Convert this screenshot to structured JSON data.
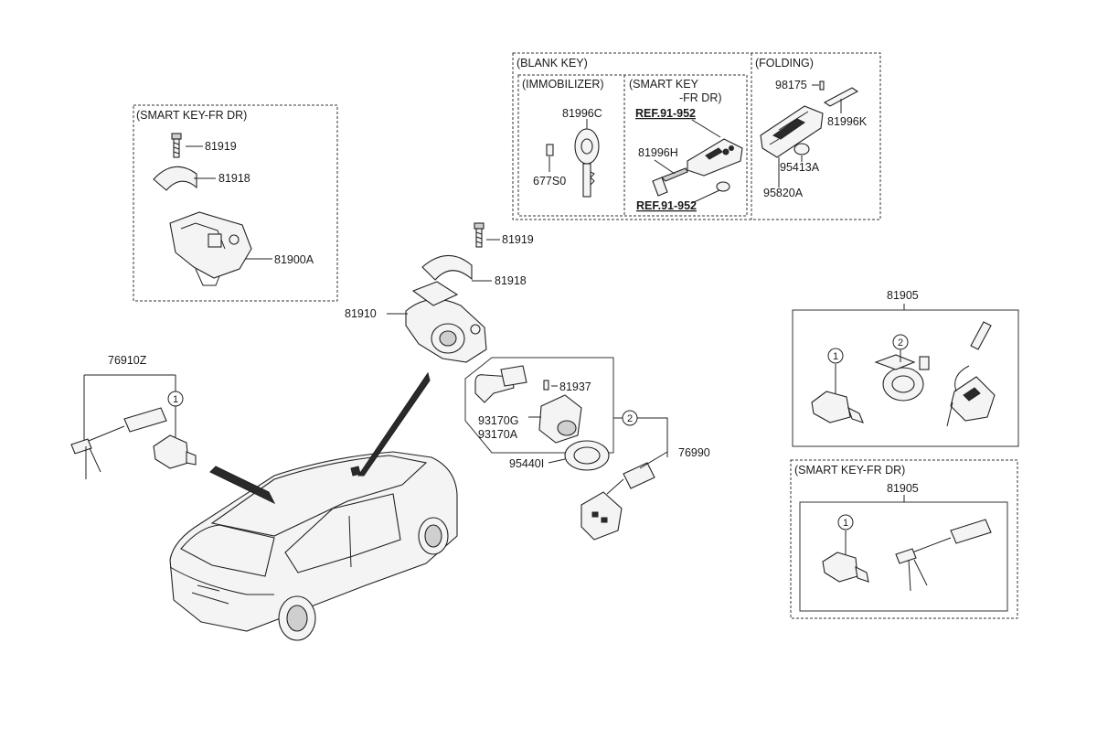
{
  "diagram": {
    "groups": {
      "blank_key": "(BLANK KEY)",
      "immobilizer": "(IMMOBILIZER)",
      "smart_key_fr_dr_line1": "(SMART KEY",
      "smart_key_fr_dr_line2": "-FR DR)",
      "folding": "(FOLDING)",
      "smart_key_fr_dr_left": "(SMART KEY-FR DR)",
      "smart_key_fr_dr_right": "(SMART KEY-FR DR)"
    },
    "parts": {
      "p81919_a": "81919",
      "p81918_a": "81918",
      "p81900A": "81900A",
      "p81996C": "81996C",
      "p677S0": "677S0",
      "ref_top": "REF.91-952",
      "p81996H": "81996H",
      "ref_bottom": "REF.91-952",
      "p98175": "98175",
      "p81996K": "81996K",
      "p95413A": "95413A",
      "p95820A": "95820A",
      "p81919_b": "81919",
      "p81918_b": "81918",
      "p81910": "81910",
      "p76910Z": "76910Z",
      "p81937": "81937",
      "p93170G": "93170G",
      "p93170A": "93170A",
      "p95440I": "95440I",
      "p76990": "76990",
      "p81905_top": "81905",
      "p81905_bottom": "81905"
    },
    "callouts": {
      "c1_left": "1",
      "c2_mid": "2",
      "c1_r1": "1",
      "c2_r1": "2",
      "c1_r2": "1"
    }
  }
}
